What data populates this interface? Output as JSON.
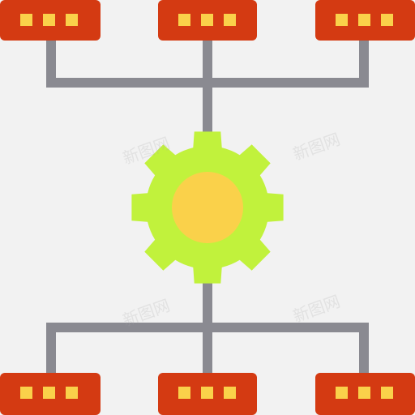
{
  "icon": {
    "name": "network-settings-icon",
    "colors": {
      "background": "#f2f2f2",
      "connector": "#8a8a91",
      "node_fill": "#d43a12",
      "node_dot": "#fad14a",
      "gear_outer": "#c1f23c",
      "gear_inner": "#fad14a"
    },
    "top_nodes": 3,
    "bottom_nodes": 3,
    "dots_per_node": 3
  },
  "watermark": {
    "text": "新图网"
  }
}
